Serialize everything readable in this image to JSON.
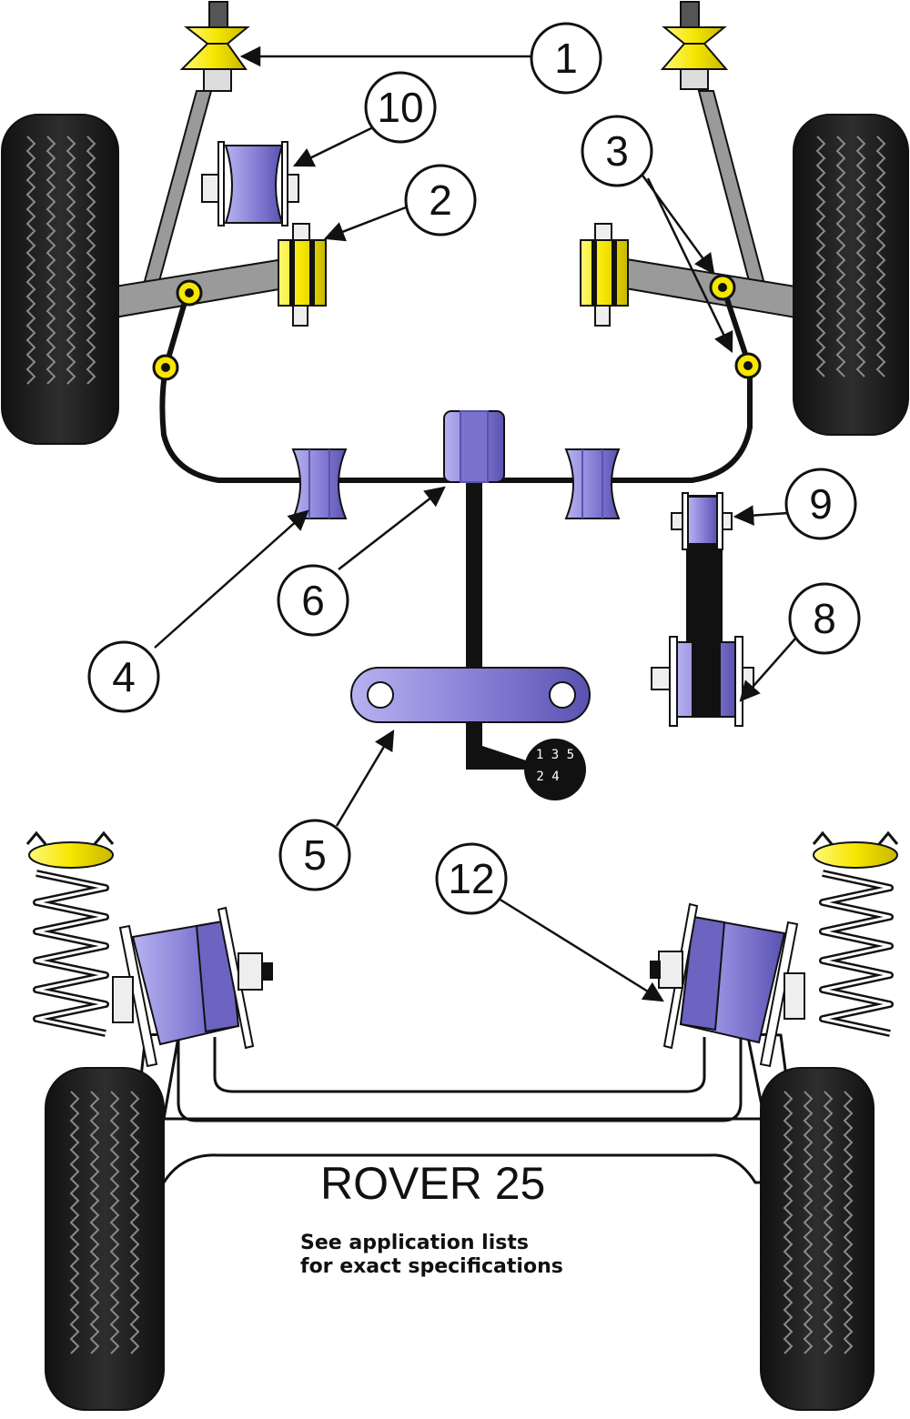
{
  "diagram": {
    "title": "ROVER 25",
    "note_lines": [
      "See application lists",
      "for exact specifications"
    ],
    "gear_pattern": {
      "top": "1 3 5",
      "bottom": "2 4"
    },
    "callouts": [
      "1",
      "2",
      "3",
      "4",
      "5",
      "6",
      "8",
      "9",
      "10",
      "12"
    ],
    "colors": {
      "bush_purple": "#8a82d8",
      "bush_yellow": "#f6e600",
      "tyre_dark": "#1d1d1d",
      "arm_grey": "#9a9a9a",
      "outline": "#111111"
    }
  }
}
